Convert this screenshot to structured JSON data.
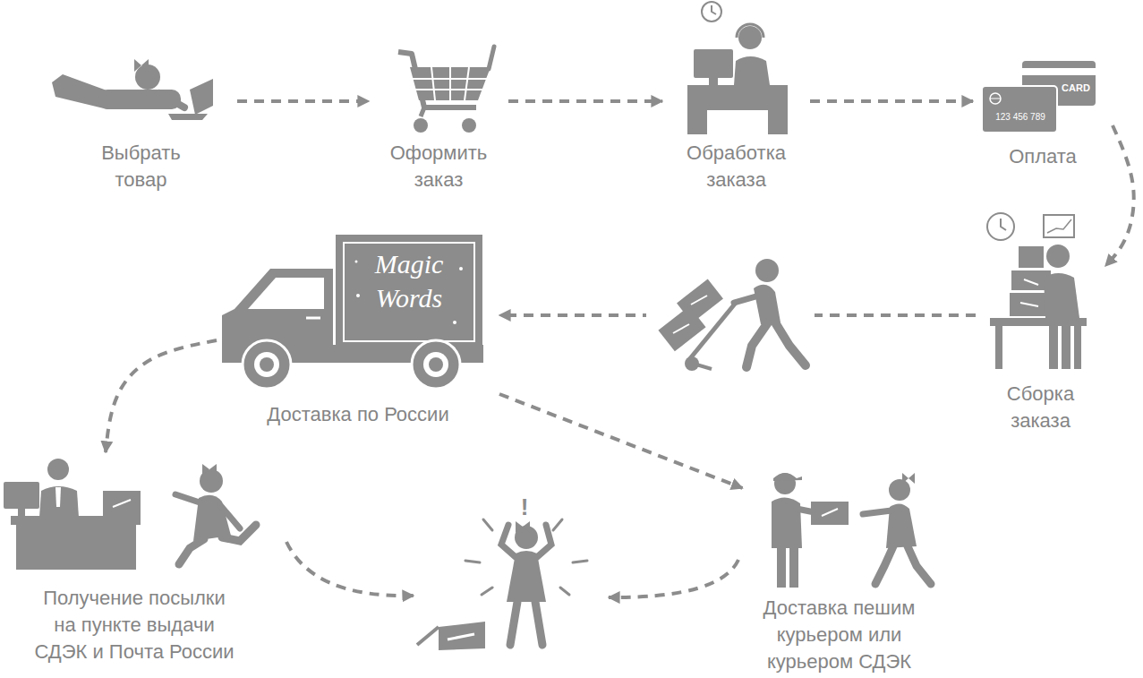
{
  "diagram": {
    "nodes": [
      {
        "text": [
          "Выбрать товар"
        ]
      },
      {
        "text": [
          "Оформить заказ"
        ]
      },
      {
        "text": [
          "Обработка заказа"
        ]
      },
      {
        "text": [
          "Оплата"
        ]
      },
      {
        "text": [
          "Сборка заказа"
        ]
      },
      {
        "text": [
          "Доставка по России"
        ]
      },
      {
        "text": [
          "Получение посылки на пункте выдачи СДЭК и Почта России"
        ]
      },
      {
        "text": [
          "Доставка пешим курьером или курьером СДЭК"
        ]
      }
    ],
    "edges": [
      {
        "from": 0,
        "to": 1,
        "arrow": "to"
      },
      {
        "from": 1,
        "to": 2,
        "arrow": "to"
      },
      {
        "from": 2,
        "to": 3,
        "arrow": "to"
      },
      {
        "from": 3,
        "to": 4,
        "arrow": "to"
      },
      {
        "from": 4,
        "to": 5,
        "arrow": "to"
      },
      {
        "from": 5,
        "to": 6,
        "arrow": "to"
      },
      {
        "from": 5,
        "to": 7,
        "arrow": "to"
      }
    ],
    "labels": [
      "CARD",
      "123 456 789",
      "Magic Words",
      "!"
    ]
  }
}
